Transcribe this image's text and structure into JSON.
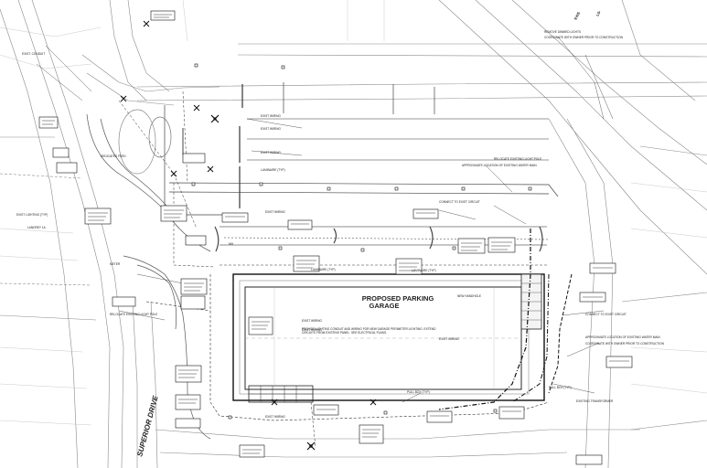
{
  "garage": {
    "line1": "PROPOSED PARKING",
    "line2": "GARAGE"
  },
  "street_left": "SUPERIOR DRIVE",
  "top_right_label": "EXIS",
  "top_right_label2": "LS-",
  "notes": {
    "remove_dimmed": "REMOVE DIMMED LIGHTS",
    "light_typ": "LUMINAIRE (TYP)",
    "exist_conduit": "EXIST. CONDUIT",
    "dedicated_feed": "DEDICATED FEED",
    "proposed_location": "APPROXIMATE LOCATION OF EXISTING WATER MAIN",
    "relocate": "RELOCATE EXISTING LIGHT POLE",
    "conn_exist": "CONNECT TO EXIST CIRCUIT",
    "new_handhole": "NEW HANDHOLE",
    "pull_box": "PULL BOX (TYP)",
    "meter": "METER",
    "transformer": "EXISTING TRANSFORMER",
    "coordinate": "COORDINATE WITH OWNER PRIOR TO CONSTRUCTION",
    "exist_lighting": "EXIST LIGHTING (TYP)",
    "garage_notes": "PROVIDE LIGHTING CONDUIT AND WIRING FOR NEW GARAGE PERIMETER LIGHTING. EXTEND CIRCUITS FROM EXISTING PANEL. SEE ELECTRICAL PLANS.",
    "lot_label": "LANDREY 1A",
    "mh_label": "MH",
    "wire_label": "EXIST WIRING"
  }
}
